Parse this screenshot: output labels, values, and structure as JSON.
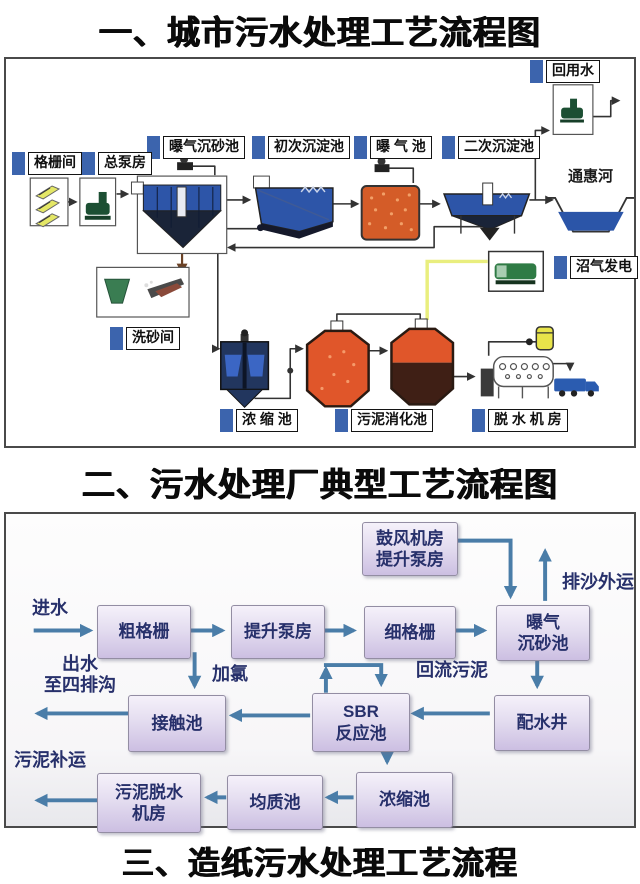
{
  "titles": {
    "s1": "一、城市污水处理工艺流程图",
    "s2": "二、污水处理厂典型工艺流程图",
    "s3": "三、造纸污水处理工艺流程"
  },
  "diagram1": {
    "tags": {
      "reuse_water": "回用水",
      "grid_room": "格栅间",
      "main_pump": "总泵房",
      "grit_chamber": "曝气沉砂池",
      "primary_sed": "初次沉淀池",
      "aeration": "曝 气 池",
      "secondary_sed": "二次沉淀池",
      "sand_wash": "洗砂间",
      "biogas_power": "沼气发电",
      "thickener": "浓 缩 池",
      "digester": "污泥消化池",
      "dewater": "脱 水 机 房"
    },
    "river": "通惠河"
  },
  "diagram2": {
    "boxes": {
      "blower": "鼓风机房\n提升泵房",
      "coarse_screen": "粗格栅",
      "lift_pump": "提升泵房",
      "fine_screen": "细格栅",
      "grit": "曝气\n沉砂池",
      "contact": "接触池",
      "sbr": "SBR\n反应池",
      "distribution": "配水井",
      "sludge_dewater": "污泥脱水\n机房",
      "homogenize": "均质池",
      "thicken": "浓缩池"
    },
    "labels": {
      "inflow": "进水",
      "sand_out": "排沙外运",
      "outflow": "出水\n至四排沟",
      "chlorine": "加氯",
      "return_sludge": "回流污泥",
      "sludge_out": "污泥补运"
    }
  },
  "colors": {
    "tag_square": "#3c64ad",
    "water_blue": "#2d55a8",
    "tank_orange": "#dd5a28",
    "biogas_line": "#e9ee7e",
    "flow_arrow": "#4a7da8",
    "box_text": "#27306b"
  }
}
